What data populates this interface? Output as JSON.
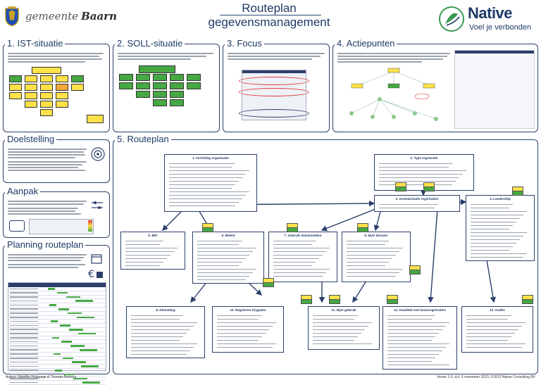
{
  "header": {
    "municipality_1": "gemeente",
    "municipality_2": "Baarn",
    "title_line1": "Routeplan",
    "title_line2": "gegevensmanagement",
    "brand_name": "Native",
    "brand_tagline": "Voel je verbonden"
  },
  "sections": {
    "ist": "1. IST-situatie",
    "soll": "2. SOLL-situatie",
    "focus": "3. Focus",
    "actie": "4. Actiepunten",
    "doel": "Doelstelling",
    "aanpak": "Aanpak",
    "planning": "Planning routeplan",
    "routeplan": "5. Routeplan"
  },
  "route_steps": [
    "1. Inrichting organisatie",
    "2. Type registratie",
    "3. Inventarisatie registraties",
    "4. Leadership",
    "5. BIO",
    "6. Beleid",
    "7. Gebruik datasleutelen",
    "8. MyO Dossier",
    "9. Dienstdag",
    "10. Registreer Klyguten",
    "11. MyO gebruik",
    "12. Kwaliteit met basisregistraties",
    "13. Audits"
  ],
  "footer": {
    "left": "Auteur: Mariëlle Huisgage & Thomas Berkers",
    "right": "Versie 1.0, d.d. 6 november 2023, ©2023 Native Consulting BV"
  },
  "colors": {
    "navy": "#1e3a66",
    "green": "#46a842",
    "yellow": "#ffe14a",
    "orange": "#f2a93b"
  }
}
